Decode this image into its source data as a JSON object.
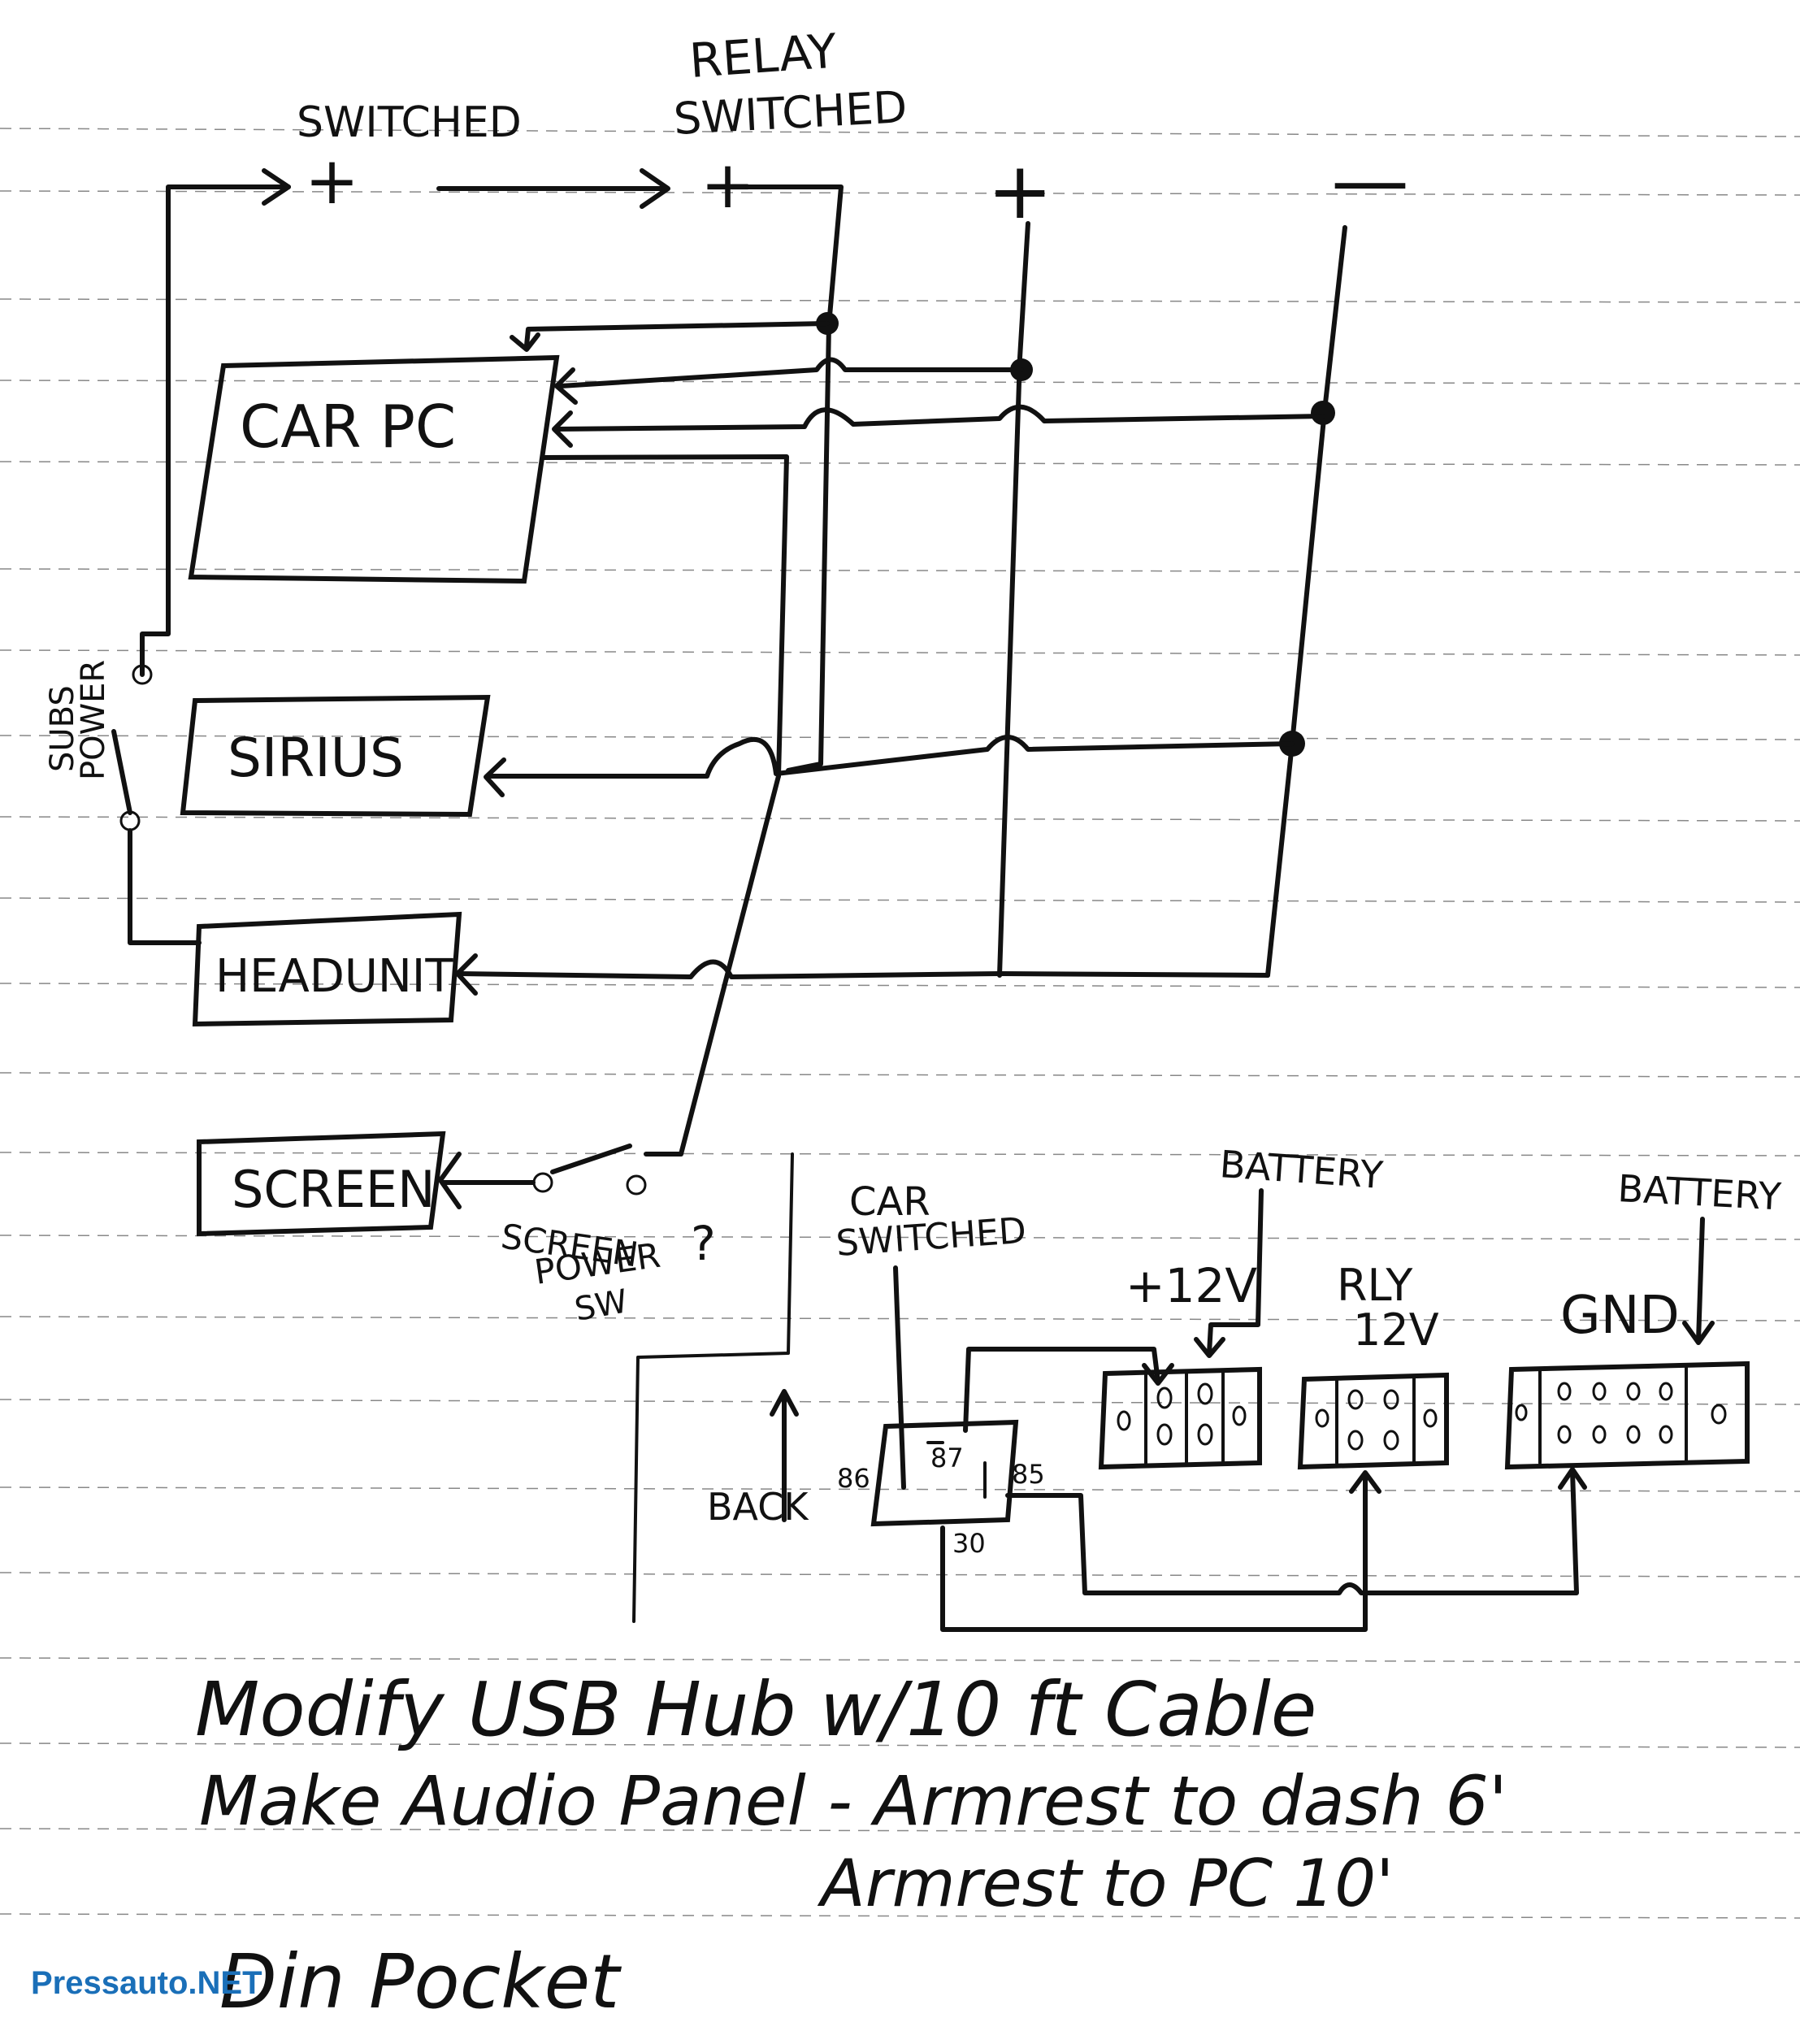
{
  "labels": {
    "relay": "RELAY",
    "relay_switched": "SWITCHED",
    "switched": "SWITCHED",
    "plus1": "+",
    "plus2": "+",
    "plus3": "+",
    "minus": "—",
    "car_pc": "CAR PC",
    "sirius": "SIRIUS",
    "headunit": "HEADUNIT",
    "screen": "SCREEN",
    "subs_power_1": "SUBS",
    "subs_power_2": "POWER",
    "screen_power_1": "SCREEN",
    "screen_power_2": "POWER",
    "screen_power_3": "SW",
    "question": "?",
    "back": "BACK",
    "car_switched_1": "CAR",
    "car_switched_2": "SWITCHED",
    "battery_1": "BATTERY",
    "battery_2": "BATTERY",
    "plus12v": "+12V",
    "rly_1": "RLY",
    "rly_2": "12V",
    "gnd": "GND",
    "pin86": "86",
    "pin87": "87",
    "pin85": "85",
    "pin30": "30"
  },
  "notes": {
    "line1": "Modify USB Hub w/10 ft Cable",
    "line2": "Make Audio Panel - Armrest to dash 6'",
    "line3": "Armrest to PC 10'",
    "line4": "Din Pocket"
  },
  "watermark": "Pressauto.NET"
}
